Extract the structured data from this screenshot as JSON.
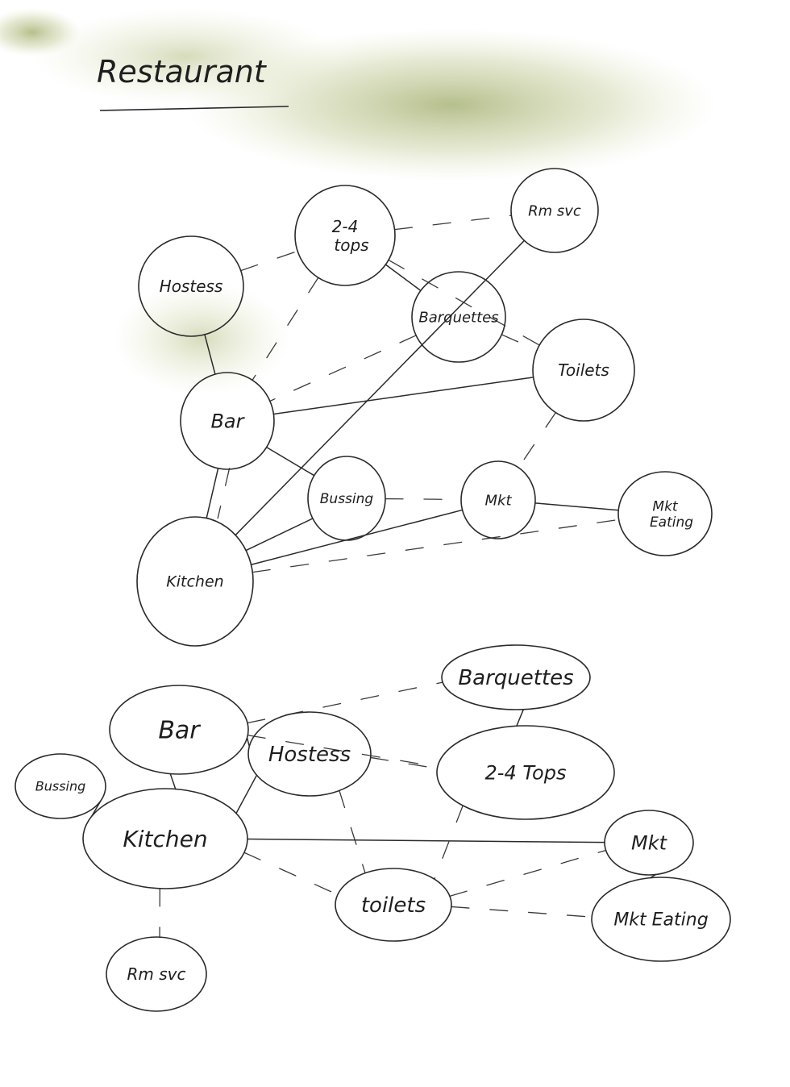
{
  "title": "Restaurant",
  "colors": {
    "paper": "#ffffff",
    "ink": "#2a2a2a",
    "stain": "#6b7a2a"
  },
  "diagrams": [
    {
      "id": "top",
      "nodes": [
        {
          "id": "hostess",
          "label": "Hostess"
        },
        {
          "id": "tops",
          "label": "2-4 tops"
        },
        {
          "id": "rmsvc",
          "label": "Rm svc"
        },
        {
          "id": "banquettes",
          "label": "Barquettes"
        },
        {
          "id": "toilets",
          "label": "Toilets"
        },
        {
          "id": "bar",
          "label": "Bar"
        },
        {
          "id": "bussing",
          "label": "Bussing"
        },
        {
          "id": "mkt",
          "label": "Mkt"
        },
        {
          "id": "mkteating",
          "label": "Mkt Eating"
        },
        {
          "id": "kitchen",
          "label": "Kitchen"
        }
      ],
      "edges": [
        {
          "from": "hostess",
          "to": "tops",
          "style": "dashed"
        },
        {
          "from": "hostess",
          "to": "bar",
          "style": "solid"
        },
        {
          "from": "tops",
          "to": "rmsvc",
          "style": "dashed"
        },
        {
          "from": "tops",
          "to": "banquettes",
          "style": "solid"
        },
        {
          "from": "tops",
          "to": "bar",
          "style": "dashed"
        },
        {
          "from": "rmsvc",
          "to": "kitchen",
          "style": "solid"
        },
        {
          "from": "banquettes",
          "to": "toilets",
          "style": "dashed"
        },
        {
          "from": "banquettes",
          "to": "bar",
          "style": "dashed"
        },
        {
          "from": "tops",
          "to": "toilets",
          "style": "dashed"
        },
        {
          "from": "bar",
          "to": "toilets",
          "style": "solid"
        },
        {
          "from": "bar",
          "to": "bussing",
          "style": "solid"
        },
        {
          "from": "bar",
          "to": "kitchen",
          "style": "solid"
        },
        {
          "from": "bar",
          "to": "kitchen",
          "style": "dashed"
        },
        {
          "from": "toilets",
          "to": "mkt",
          "style": "dashed"
        },
        {
          "from": "bussing",
          "to": "kitchen",
          "style": "solid"
        },
        {
          "from": "bussing",
          "to": "mkt",
          "style": "dashed"
        },
        {
          "from": "mkt",
          "to": "mkteating",
          "style": "solid"
        },
        {
          "from": "mkt",
          "to": "kitchen",
          "style": "solid"
        },
        {
          "from": "kitchen",
          "to": "mkteating",
          "style": "dashed"
        }
      ]
    },
    {
      "id": "bottom",
      "nodes": [
        {
          "id": "banquettes",
          "label": "Barquettes"
        },
        {
          "id": "bar",
          "label": "Bar"
        },
        {
          "id": "hostess",
          "label": "Hostess"
        },
        {
          "id": "tops",
          "label": "2-4 Tops"
        },
        {
          "id": "bussing",
          "label": "Bussing"
        },
        {
          "id": "kitchen",
          "label": "Kitchen"
        },
        {
          "id": "mkt",
          "label": "Mkt"
        },
        {
          "id": "toilets",
          "label": "toilets"
        },
        {
          "id": "mkteating",
          "label": "Mkt Eating"
        },
        {
          "id": "rmsvc",
          "label": "Rm svc"
        }
      ],
      "edges": [
        {
          "from": "bar",
          "to": "banquettes",
          "style": "dashed"
        },
        {
          "from": "banquettes",
          "to": "tops",
          "style": "solid"
        },
        {
          "from": "bar",
          "to": "hostess",
          "style": "solid"
        },
        {
          "from": "bar",
          "to": "tops",
          "style": "dashed"
        },
        {
          "from": "hostess",
          "to": "tops",
          "style": "dashed"
        },
        {
          "from": "bar",
          "to": "kitchen",
          "style": "solid"
        },
        {
          "from": "bussing",
          "to": "kitchen",
          "style": "solid"
        },
        {
          "from": "hostess",
          "to": "kitchen",
          "style": "solid"
        },
        {
          "from": "hostess",
          "to": "toilets",
          "style": "dashed"
        },
        {
          "from": "kitchen",
          "to": "mkt",
          "style": "solid"
        },
        {
          "from": "kitchen",
          "to": "toilets",
          "style": "dashed"
        },
        {
          "from": "kitchen",
          "to": "rmsvc",
          "style": "dashed"
        },
        {
          "from": "tops",
          "to": "toilets",
          "style": "dashed"
        },
        {
          "from": "toilets",
          "to": "mkt",
          "style": "dashed"
        },
        {
          "from": "toilets",
          "to": "mkteating",
          "style": "dashed"
        },
        {
          "from": "mkt",
          "to": "mkteating",
          "style": "solid"
        }
      ]
    }
  ]
}
